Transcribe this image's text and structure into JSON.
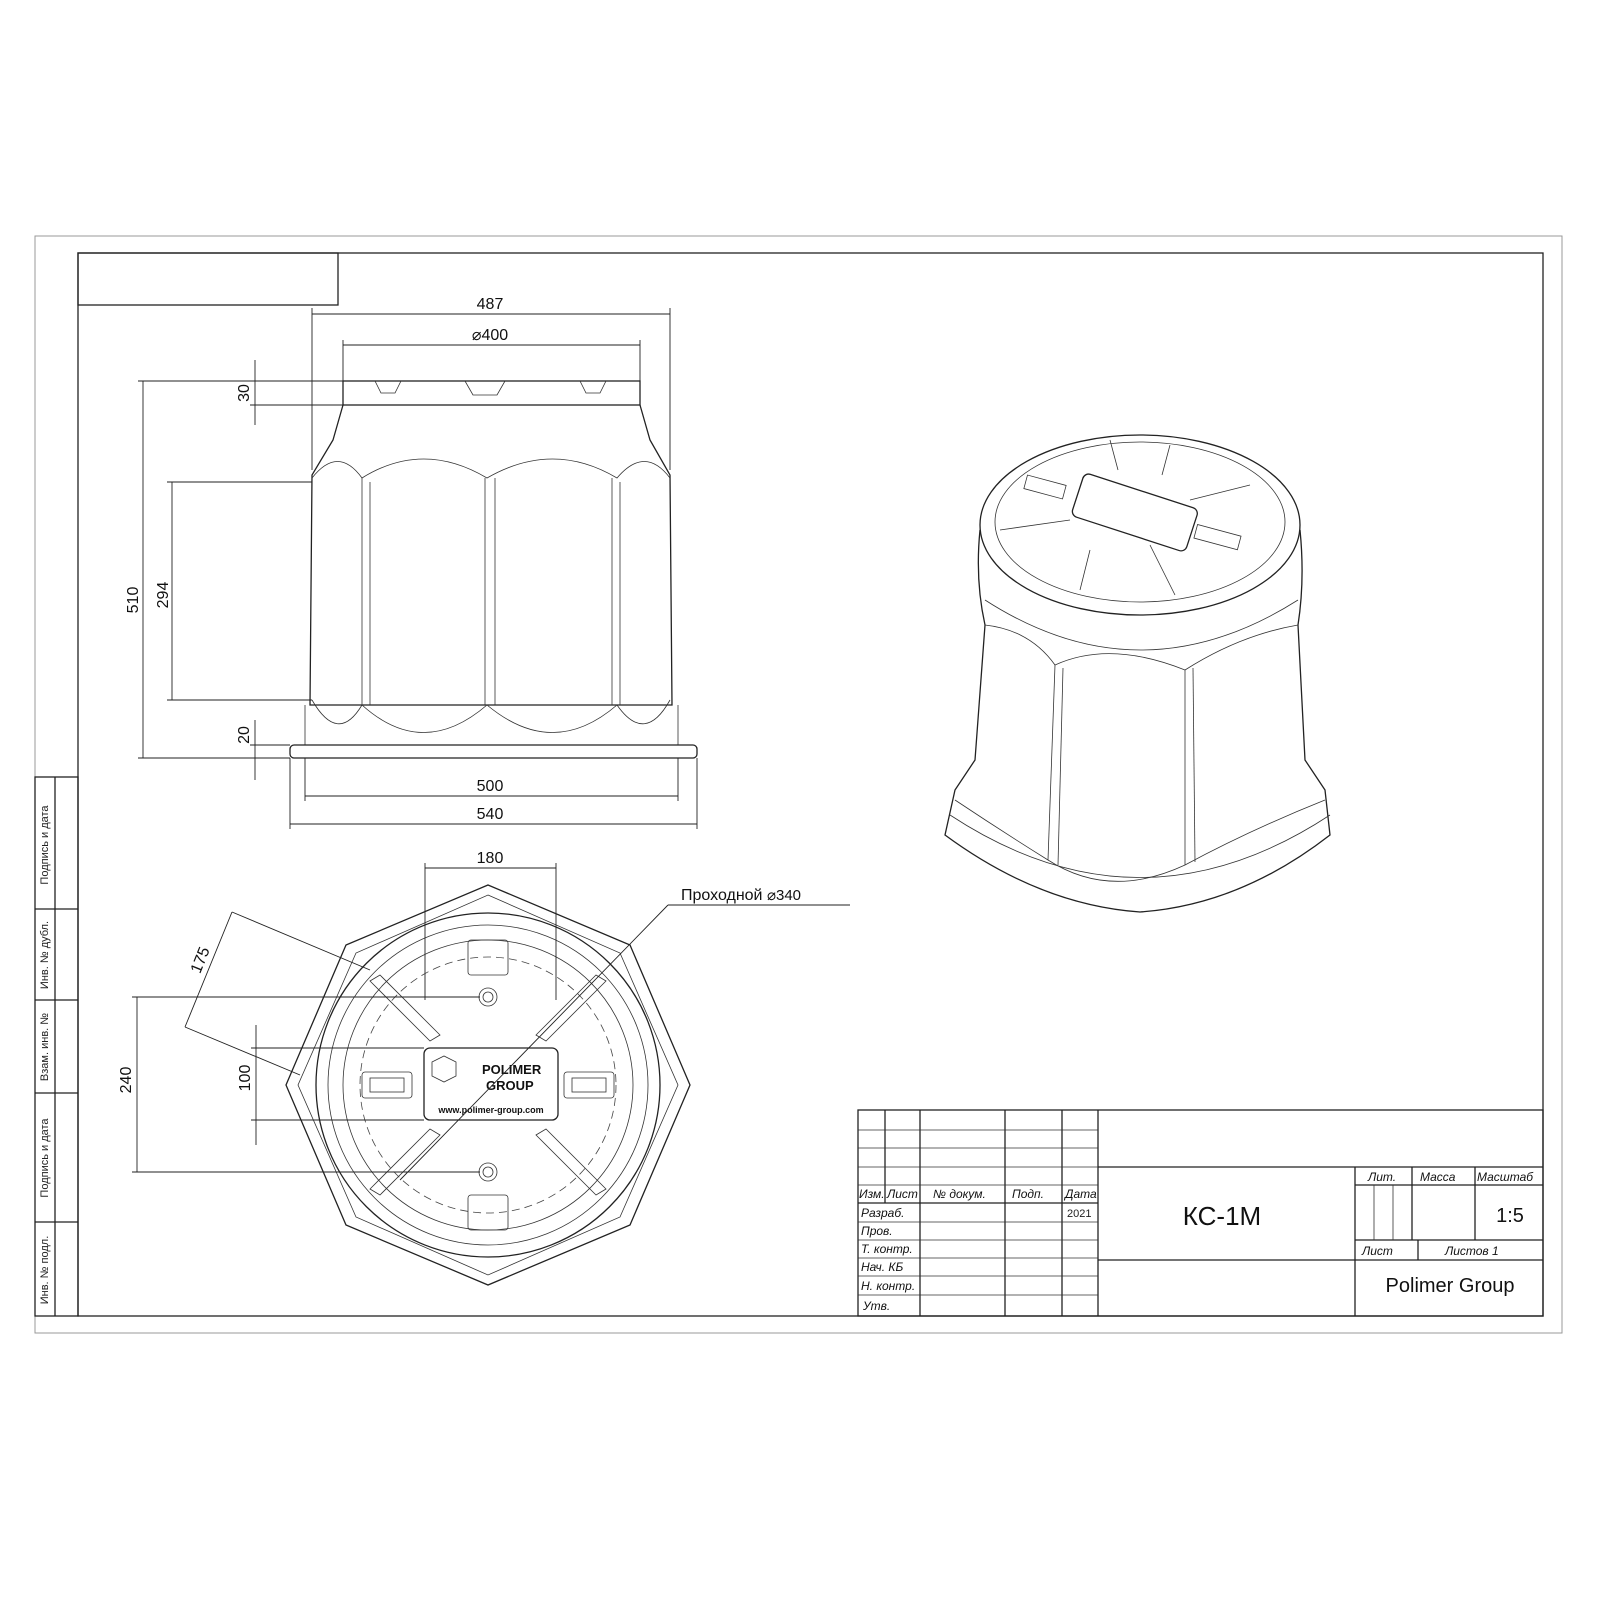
{
  "dimensions": {
    "width_top": "487",
    "cap_diameter": "⌀400",
    "cap_height": "30",
    "total_height": "510",
    "body_height": "294",
    "base_height": "20",
    "base_inner": "500",
    "base_outer": "540",
    "plan_width": "180",
    "plan_diag": "175",
    "plan_240": "240",
    "plan_100": "100",
    "passage_label": "Проходной",
    "passage_diameter": "⌀340"
  },
  "logo": {
    "line1": "POLIMER",
    "line2": "GROUP",
    "url": "www.polimer-group.com"
  },
  "side_stamps": [
    "Подпись и дата",
    "Инв. № дубл.",
    "Взам. инв. №",
    "Подпись и дата",
    "Инв. № подл."
  ],
  "title_block": {
    "headers": [
      "Изм.",
      "Лист",
      "№ докум.",
      "Подп.",
      "Дата"
    ],
    "roles": [
      "Разраб.",
      "Пров.",
      "Т. контр.",
      "Нач. КБ",
      "Н. контр.",
      "Утв."
    ],
    "year": "2021",
    "designation": "КС-1М",
    "lit_label": "Лит.",
    "mass_label": "Масса",
    "scale_label": "Масштаб",
    "scale_value": "1:5",
    "sheet_label": "Лист",
    "sheets_label": "Листов 1",
    "company": "Polimer Group"
  }
}
